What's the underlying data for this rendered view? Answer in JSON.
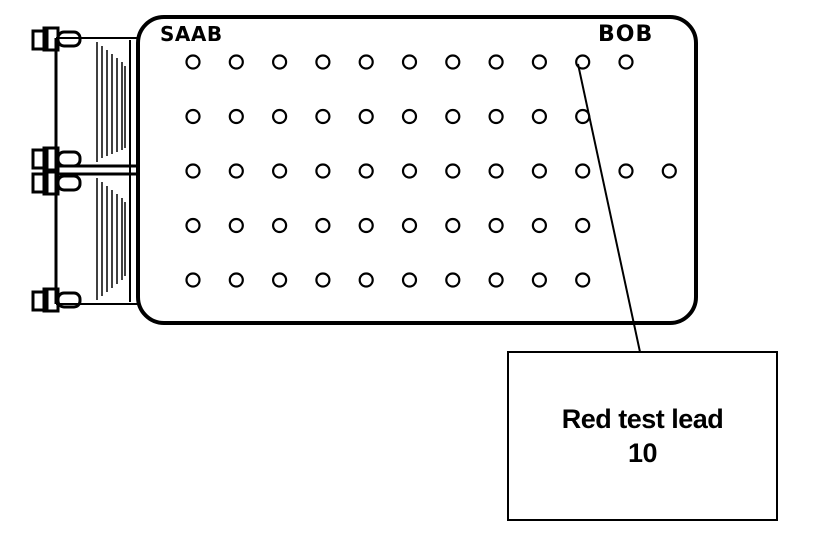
{
  "box_brand_label": "SAAB",
  "box_model_label": "BOB",
  "callout": {
    "line1": "Red test lead",
    "line2": "10"
  },
  "socket": {
    "rows": [
      11,
      10,
      12,
      10,
      10
    ],
    "highlighted_row": 1,
    "highlighted_pin": 10
  },
  "colors": {
    "stroke": "#000000",
    "background": "#ffffff"
  }
}
